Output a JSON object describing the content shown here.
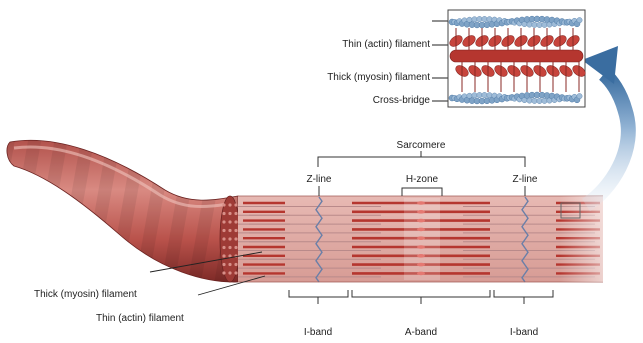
{
  "inset_labels": {
    "thin_filament": "Thin (actin) filament",
    "thick_filament": "Thick (myosin) filament",
    "cross_bridge": "Cross-bridge"
  },
  "sarcomere_labels": {
    "sarcomere": "Sarcomere",
    "z_line": "Z-line",
    "h_zone": "H-zone"
  },
  "left_labels": {
    "thick_filament": "Thick (myosin) filament",
    "thin_filament": "Thin (actin) filament"
  },
  "band_labels": {
    "i_band": "I-band",
    "a_band": "A-band"
  },
  "colors": {
    "muscle_dark": "#8c2f2c",
    "muscle_light": "#d98880",
    "actin": "#7fa3c6",
    "myosin": "#b5362f",
    "arrow": "#3a6da0"
  }
}
